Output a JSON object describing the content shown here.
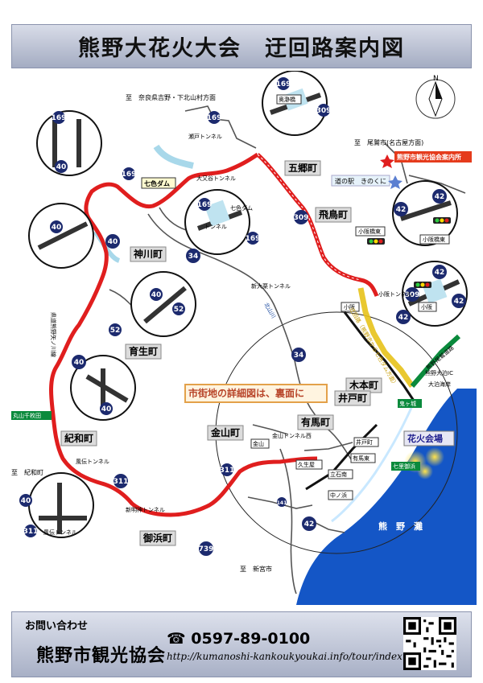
{
  "title": "熊野大花火大会　迂回路案内図",
  "north_label": "N",
  "directions": {
    "nara": "至　奈良県吉野・下北山村方面",
    "owase": "至　尾鷲市(名古屋方面)",
    "kiwa": "至　紀和町",
    "shingu": "至　新宮市"
  },
  "towns": {
    "kamikawa": "神川町",
    "kiwa": "紀和町",
    "ikushima": "育生町",
    "kanayama": "金山町",
    "mihama": "御浜町",
    "gosato": "五郷町",
    "asuka": "飛鳥町",
    "kinomoto": "木本町",
    "ido": "井戸町",
    "arima": "有馬町"
  },
  "places": {
    "nanairo_dam": "七色ダム",
    "nanairo_dam_inset": "七色ダム",
    "tunnel_inset": "トンネル",
    "michinoeki": "道の駅　きのくに",
    "tourism_office": "熊野市観光協会案内所",
    "hanabi_venue": "花火会場",
    "kumano_nada": "熊　野　灘",
    "detail_note": "市街地の詳細図は、裏面に",
    "oniga_jo": "鬼ヶ城",
    "nanari_beach": "七里御浜",
    "kumano_ohtomari_ic": "熊野大泊IC",
    "ohtomari": "大泊海岸",
    "marumayama": "丸山千枚田"
  },
  "roads": {
    "r169a": "169",
    "r169b": "169",
    "r169c": "169",
    "r169d": "169",
    "r169e": "169",
    "r40a": "40",
    "r40b": "40",
    "r40c": "40",
    "r40d": "40",
    "r40e": "40",
    "r40f": "40",
    "r309a": "309",
    "r309b": "309",
    "r309c": "309",
    "r42a": "42",
    "r42b": "42",
    "r42c": "42",
    "r42d": "42",
    "r42e": "42",
    "r34a": "34",
    "r34b": "34",
    "r52a": "52",
    "r52b": "52",
    "r311a": "311",
    "r311b": "311",
    "r311c": "311",
    "r739": "739",
    "r141": "141"
  },
  "tunnels": {
    "seta": "瀬戸トンネル",
    "ohmata": "大又谷トンネル",
    "shin_oguri": "新大栗トンネル",
    "oosaka": "小阪トンネル",
    "fuuden": "風伝トンネル",
    "fuuden_inset": "風伝トンネル",
    "shinmeiji": "新明神トンネル",
    "kanayama_tunnel": "金山トンネル西"
  },
  "signals": {
    "oosaka_hashi_higashi": "小阪橋東",
    "oosaka_hashi_higashi_inset": "小阪橋東",
    "oosaka_inset": "小阪",
    "oosaka": "小阪",
    "oosaka_inset2": "小阪",
    "kanayama": "金山",
    "kuoseda": "久生屋",
    "arimahigashi": "有馬東",
    "tateishi": "立石南",
    "nakanohama": "中ノ浜",
    "idomachi_kita": "井戸町",
    "nanaritsu": "七里御浜",
    "oku_daiba": "奥瀞橋"
  },
  "misc": {
    "kiwa_river": "県道熊野矢ノ川線",
    "detour_route": "迂回路（熊野市から七色ダム方面）",
    "bypass": "熊野尾鷲道路",
    "ivory": "北山川"
  },
  "footer": {
    "contact_label": "お問い合わせ",
    "organization": "熊野市観光協会",
    "phone": "☎ 0597-89-0100",
    "url": "http://kumanoshi-kankoukyoukai.info/tour/index.html"
  }
}
